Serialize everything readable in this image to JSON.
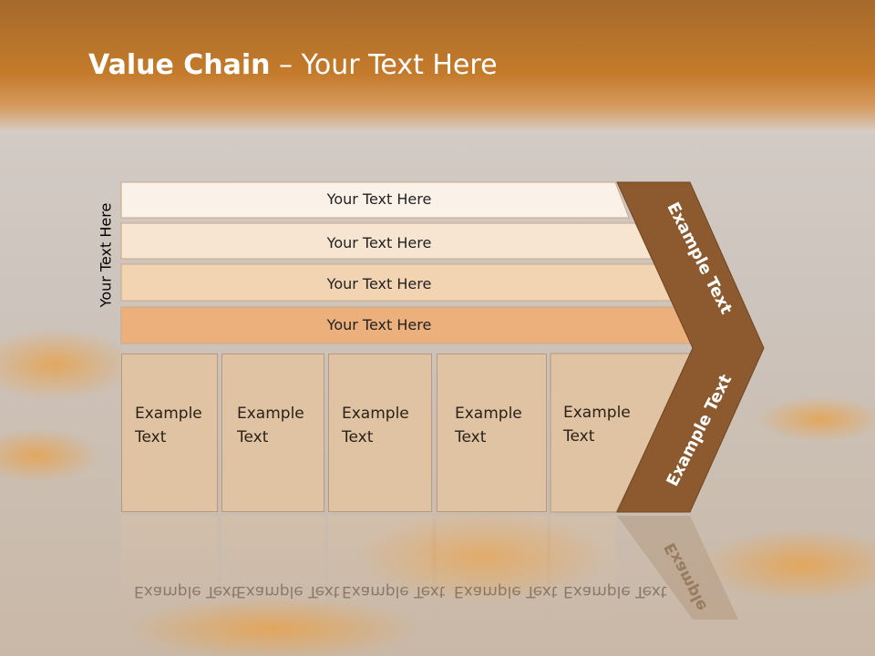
{
  "slide": {
    "title_bold": "Value Chain",
    "title_rest": " – Your Text Here",
    "side_label": "Your Text Here",
    "rows": [
      {
        "label": "Your Text Here",
        "color": "#faf1e9"
      },
      {
        "label": "Your Text Here",
        "color": "#f7e5d2"
      },
      {
        "label": "Your Text Here",
        "color": "#f2d3b2"
      },
      {
        "label": "Your Text Here",
        "color": "#ebb07c"
      }
    ],
    "cells": [
      {
        "line1": "Example",
        "line2": "Text"
      },
      {
        "line1": "Example",
        "line2": "Text"
      },
      {
        "line1": "Example",
        "line2": "Text"
      },
      {
        "line1": "Example",
        "line2": "Text"
      },
      {
        "line1": "Example",
        "line2": "Text"
      }
    ],
    "chevron_upper": "Example Text",
    "chevron_lower": "Example Text",
    "reflected_cell": "Example Text",
    "reflected_chevron": "Example",
    "colors": {
      "header": "#c47a2a",
      "chevron": "#8c5a2e",
      "cell": "#e0c3a3"
    }
  }
}
